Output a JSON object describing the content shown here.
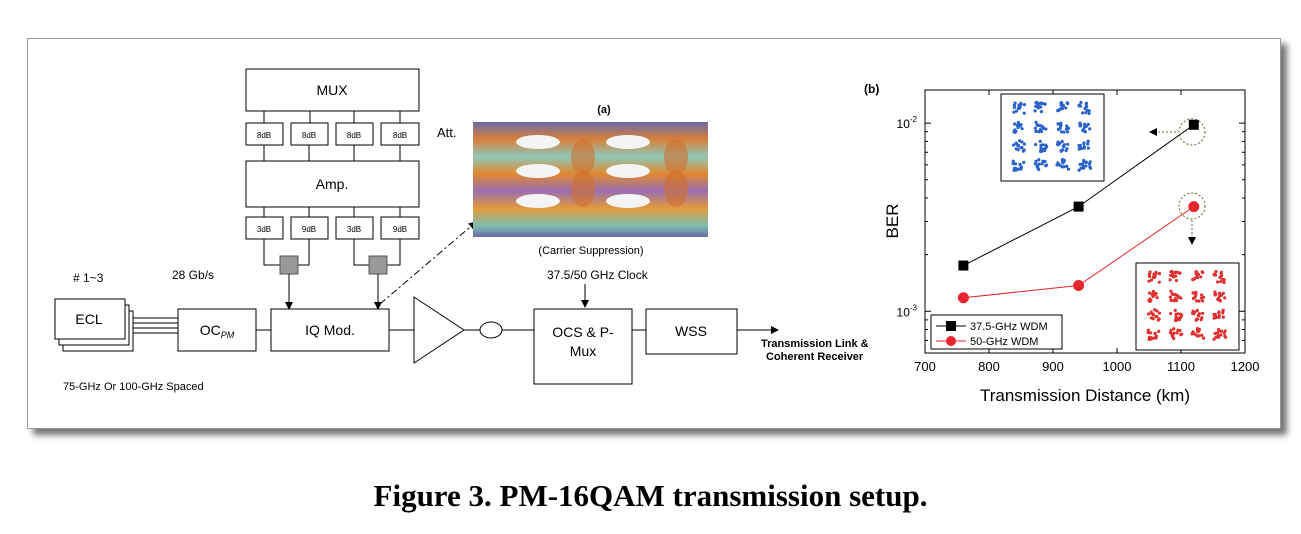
{
  "caption": "Figure 3. PM-16QAM transmission setup.",
  "setup": {
    "mux": "MUX",
    "amp": "Amp.",
    "att_label": "Att.",
    "attenuators": [
      "8dB",
      "8dB",
      "8dB",
      "8dB"
    ],
    "amp_outputs": [
      "3dB",
      "9dB",
      "3dB",
      "9dB"
    ],
    "channel_count": "# 1~3",
    "bitrate": "28 Gb/s",
    "ecl": "ECL",
    "oc_main": "OC",
    "oc_sub": "PM",
    "iq_mod": "IQ Mod.",
    "clock": "37.5/50 GHz Clock",
    "ocs_line1": "OCS & P-",
    "ocs_line2": "Mux",
    "wss": "WSS",
    "output_line1": "Transmission Link &",
    "output_line2": "Coherent Receiver",
    "spacing": "75-GHz Or 100-GHz Spaced"
  },
  "eye_panel": {
    "label": "(a)",
    "caption": "(Carrier Suppression)"
  },
  "chart_panel": {
    "label": "(b)"
  },
  "chart_data": {
    "type": "line",
    "xlabel": "Transmission Distance (km)",
    "ylabel": "BER",
    "xlim": [
      700,
      1200
    ],
    "xticks": [
      "700",
      "800",
      "900",
      "1000",
      "1100",
      "1200"
    ],
    "ylim": [
      0.0006,
      0.015
    ],
    "yscale": "log",
    "yticks": [
      {
        "base": "10",
        "exp": "-3",
        "value": 0.001
      },
      {
        "base": "10",
        "exp": "-2",
        "value": 0.01
      }
    ],
    "legend_position": "bottom-left",
    "series": [
      {
        "name": "37.5-GHz WDM",
        "marker": "square",
        "color": "#000000",
        "x": [
          760,
          940,
          1120
        ],
        "y": [
          0.00175,
          0.0036,
          0.0098
        ]
      },
      {
        "name": "50-GHz WDM",
        "marker": "circle",
        "color": "#e8242c",
        "x": [
          760,
          940,
          1120
        ],
        "y": [
          0.00118,
          0.00137,
          0.0036
        ]
      }
    ],
    "insets": [
      {
        "name": "constellation-37.5GHz",
        "color": "#2a62c9"
      },
      {
        "name": "constellation-50GHz",
        "color": "#e03030"
      }
    ]
  }
}
